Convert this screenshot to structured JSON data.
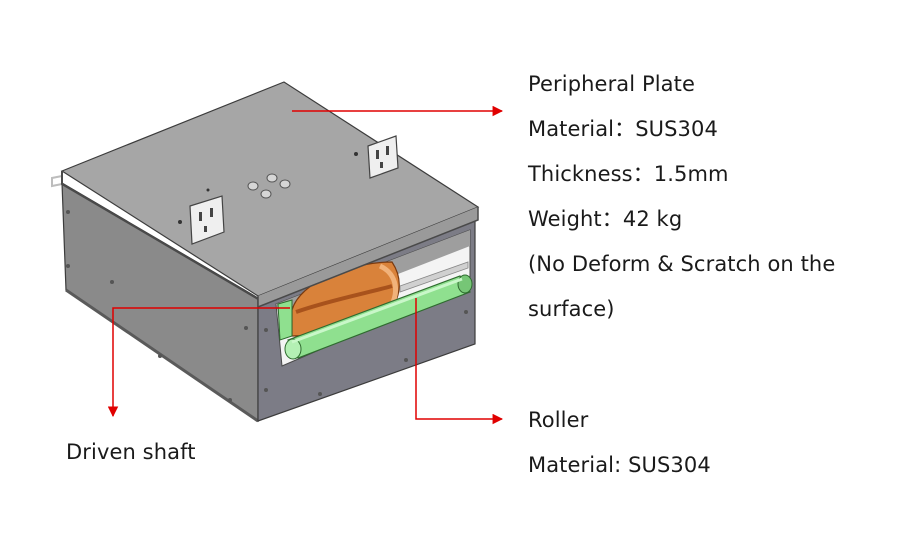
{
  "peripheral_plate": {
    "title": "Peripheral Plate",
    "material": "Material：SUS304",
    "thickness": "Thickness：1.5mm",
    "weight": "Weight：42 kg",
    "note_line1": "(No Deform & Scratch on the",
    "note_line2": "surface)"
  },
  "roller": {
    "title": "Roller",
    "material": "Material: SUS304"
  },
  "driven_shaft": {
    "title": "Driven shaft"
  },
  "colors": {
    "leader": "#e00000",
    "box_top": "#a6a6a6",
    "box_left": "#8a8a8a",
    "box_front": "#7c7c86",
    "roller": "#8fe08f",
    "wheel": "#d9823a"
  },
  "icons": {
    "mounting_bracket": "bracket-icon",
    "leader_arrow": "arrow-icon"
  }
}
